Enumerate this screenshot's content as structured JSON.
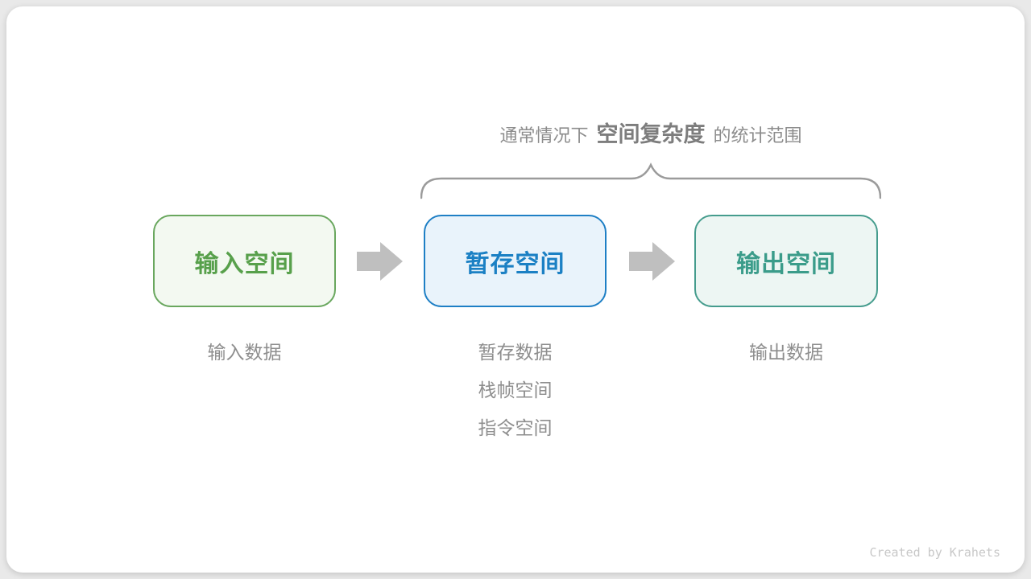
{
  "page": {
    "background_color": "#e9e9e9",
    "card_background_color": "#ffffff"
  },
  "caption": {
    "prefix": "通常情况下",
    "highlight": "空间复杂度",
    "suffix": "的统计范围",
    "text_color": "#8c8c8c",
    "highlight_color": "#7d7d7d"
  },
  "brace": {
    "color": "#9b9b9b",
    "spans": "temp-space and output-space boxes"
  },
  "boxes": [
    {
      "label": "输入空间",
      "text_color": "#57a04b",
      "border_color": "#69a75e",
      "background_color": "#f3f9f1"
    },
    {
      "label": "暂存空间",
      "text_color": "#1b80c4",
      "border_color": "#1e7fc5",
      "background_color": "#e9f3fb"
    },
    {
      "label": "输出空间",
      "text_color": "#3b9c8a",
      "border_color": "#459c8d",
      "background_color": "#edf6f3"
    }
  ],
  "arrows": {
    "color": "#bfbfbf",
    "direction": "right"
  },
  "labels": {
    "text_color": "#8e8e8e",
    "col1": [
      "输入数据"
    ],
    "col2": [
      "暂存数据",
      "栈帧空间",
      "指令空间"
    ],
    "col3": [
      "输出数据"
    ]
  },
  "footer": {
    "credit": "Created by Krahets",
    "text_color": "#c8c8c8"
  }
}
